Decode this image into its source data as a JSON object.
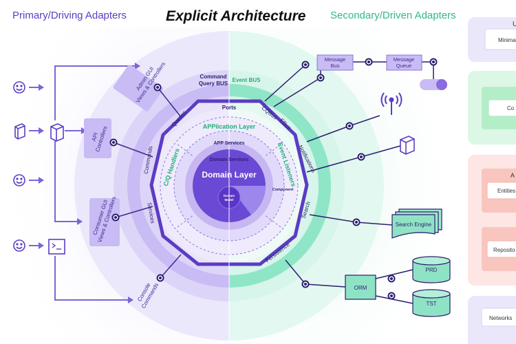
{
  "header": {
    "left_title": "Primary/Driving Adapters",
    "center_title": "Explicit Architecture",
    "right_title": "Secondary/Driven Adapters"
  },
  "colors": {
    "purple": "#5b3cc4",
    "purple_light": "#ddd5f8",
    "purple_mid": "#c8b9f3",
    "teal": "#4fd6a8",
    "teal_light": "#d5f6ea",
    "teal_text": "#1fae78",
    "pink": "#fbe2df",
    "green": "#cdf3d7"
  },
  "icons": {
    "user": "smiley-icon",
    "device": "device-icon",
    "terminal": "terminal-icon",
    "antenna": "antenna-icon",
    "toggle": "toggle-icon"
  },
  "left": {
    "admin_gui": [
      "Admin GUI",
      "Views & Controllers"
    ],
    "api": [
      "API",
      "Controllers"
    ],
    "consumer_gui": [
      "Consumer GUI",
      "Views & Controllers"
    ],
    "console": [
      "Console",
      "Commands"
    ]
  },
  "ring": {
    "queries": "Queries",
    "commands": "Commands",
    "services": "Services",
    "cqbus": "CQBus",
    "ebus": "EBus",
    "notifications": "Notifications",
    "search": "Search",
    "persistence": "Persistence"
  },
  "buses": {
    "command_query": [
      "Command",
      "Query BUS"
    ],
    "event": "Event BUS"
  },
  "core": {
    "ports": "Ports",
    "application_layer": "APPlication Layer",
    "app_services": "APP Services",
    "cq_handlers": "C/Q Handlers",
    "event_listeners": "Event Listeners",
    "domain_services": "Domain Services",
    "domain_layer": "Domain Layer",
    "component": "Component",
    "domain_model": [
      "Domain",
      "Model"
    ]
  },
  "right": {
    "message_bus": [
      "Message",
      "Bus"
    ],
    "message_queue": [
      "Message",
      "Queue"
    ],
    "search_engine": "Search Engine",
    "orm": "ORM",
    "prd": "PRD",
    "tst": "TST"
  },
  "side_panel": {
    "card1": "Minima",
    "card2": "Co",
    "card3_title": "A",
    "card3_item1": "Entities",
    "card3_item2": "Reposito",
    "card4": "Networks",
    "top_partial": "U"
  }
}
